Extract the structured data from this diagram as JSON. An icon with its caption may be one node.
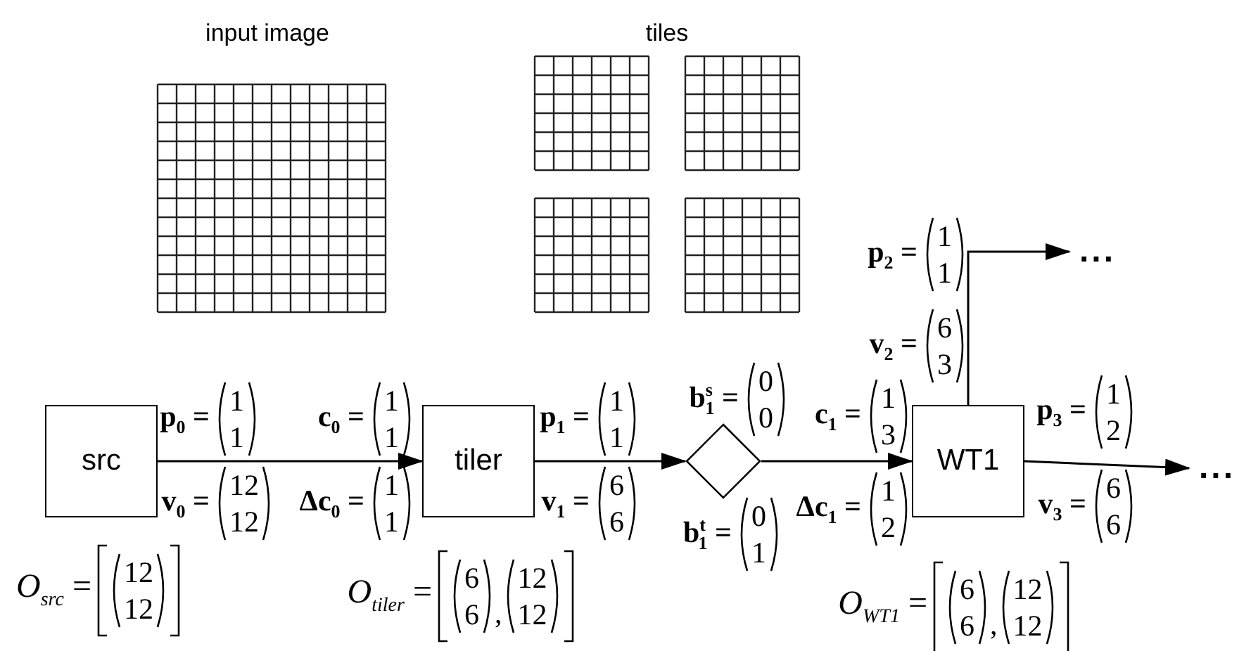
{
  "diagram": {
    "nodes": [
      {
        "text": [
          "src"
        ]
      },
      {
        "text": [
          "tiler"
        ]
      },
      {
        "text": [],
        "shape": "diamond"
      },
      {
        "text": [
          "WT1"
        ]
      },
      {
        "text": [
          "..."
        ]
      },
      {
        "text": [
          "..."
        ]
      }
    ],
    "edges": [
      {
        "from": 0,
        "to": 1,
        "arrow": "to"
      },
      {
        "from": 1,
        "to": 2,
        "arrow": "to"
      },
      {
        "from": 2,
        "to": 3,
        "arrow": "to"
      },
      {
        "from": 3,
        "to": 4,
        "arrow": "to"
      },
      {
        "from": 3,
        "to": 5,
        "arrow": "to"
      }
    ],
    "labels": [
      "input image",
      "tiles",
      "**p**$_{2}$ =",
      "1",
      "1",
      "**v**$_{2}$ =",
      "6",
      "3",
      "**b**$^{s}$$_{1}$ =",
      "0",
      "0",
      "**p**$_{0}$ =",
      "1",
      "1",
      "**c**$_{0}$ =",
      "1",
      "1",
      "**p**$_{1}$ =",
      "1",
      "1",
      "**c**$_{1}$ =",
      "1",
      "3",
      "**p**$_{3}$ =",
      "1",
      "2",
      "**v**$_{0}$ =",
      "12",
      "12",
      "**Δc**$_{0}$ =",
      "1",
      "1",
      "**v**$_{1}$ =",
      "6",
      "6",
      "**b**$^{t}$$_{1}$ =",
      "0",
      "1",
      "**Δc**$_{1}$ =",
      "1",
      "2",
      "**v**$_{3}$ =",
      "6",
      "6",
      "*O*$_{src}$ =",
      "12",
      "12",
      "*O*$_{tiler}$ =",
      "6",
      "6",
      ",",
      "12",
      "12",
      "*O*$_{WT1}$ =",
      "6",
      "6",
      ",",
      "12",
      "12"
    ]
  }
}
